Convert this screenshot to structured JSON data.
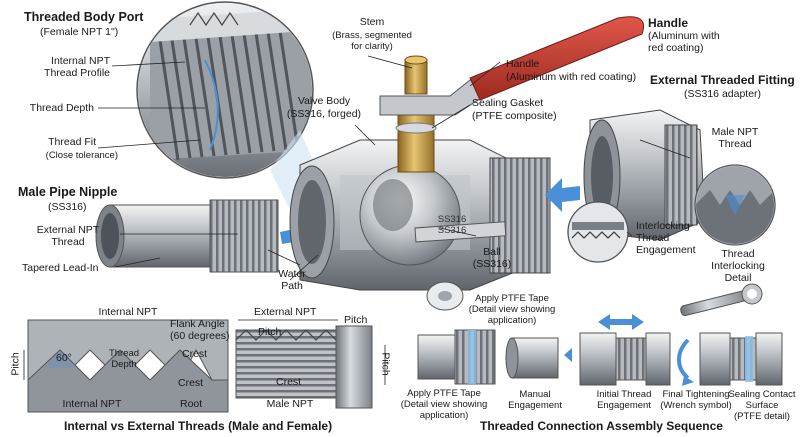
{
  "labels": {
    "threaded_body_port_title": "Threaded Body Port",
    "threaded_body_port_sub": "(Female NPT 1\")",
    "internal_npt_profile": "Internal NPT\nThread Profile",
    "thread_depth": "Thread Depth",
    "thread_fit": "Thread Fit",
    "thread_fit_sub": "(Close tolerance)",
    "stem": "Stem",
    "stem_sub": "(Brass, segmented\nfor clarity)",
    "handle_top_title": "Handle",
    "handle_top_sub": "(Aluminum with\nred coating)",
    "handle_mid": "Handle",
    "handle_mid_sub": "(Aluminum with red coating)",
    "valve_body": "Valve Body",
    "valve_body_sub": "(SS316, forged)",
    "sealing_gasket": "Sealing Gasket",
    "sealing_gasket_sub": "(PTFE composite)",
    "external_fitting_title": "External Threaded Fitting",
    "external_fitting_sub": "(SS316 adapter)",
    "male_npt_thread": "Male NPT\nThread",
    "male_pipe_nipple_title": "Male Pipe Nipple",
    "male_pipe_nipple_sub": "(SS316)",
    "external_npt_thread": "External NPT\nThread",
    "tapered_lead_in": "Tapered Lead-In",
    "water_path": "Water\nPath",
    "ball": "Ball\n(SS316)",
    "ball_marking": "SS316\nSS316",
    "interlocking_engagement": "Interlocking\nThread\nEngagement",
    "thread_interlocking_detail": "Thread\nInterlocking\nDetail"
  },
  "threads_panel": {
    "internal_npt_top": "Internal NPT",
    "external_npt_top": "External NPT",
    "pitch_left": "Pitch",
    "pitch_mid": "Pitch",
    "pitch_right_top": "Pitch",
    "pitch_right_side": "Pitch",
    "angle": "60°",
    "thread_depth": "Thread\nDepth",
    "flank_angle": "Flank Angle\n(60 degrees)",
    "crest_1": "Crest",
    "crest_2": "Crest",
    "crest_3": "Crest",
    "root": "Root",
    "internal_npt_bottom": "Internal NPT",
    "male_npt_bottom": "Male NPT",
    "title": "Internal vs External Threads (Male and Female)"
  },
  "sequence": {
    "apply_tape_top": "Apply PTFE Tape\n(Detail view showing\napplication)",
    "apply_tape_bottom": "Apply PTFE Tape\n(Detail view showing\napplication)",
    "manual_engagement": "Manual\nEngagement",
    "initial_engagement": "Initial Thread\nEngagement",
    "final_tightening": "Final Tightening\n(Wrench symbol)",
    "sealing_surface": "Sealing Contact\nSurface\n(PTFE detail)",
    "title": "Threaded Connection Assembly Sequence"
  },
  "colors": {
    "steel_light": "#e4e6e8",
    "steel_mid": "#a9aeb3",
    "steel_dark": "#5f656b",
    "brass": "#c9a04a",
    "handle_red": "#c0392b",
    "flow_blue": "#4a90d9",
    "bg_blue": "#cfe3f2"
  }
}
